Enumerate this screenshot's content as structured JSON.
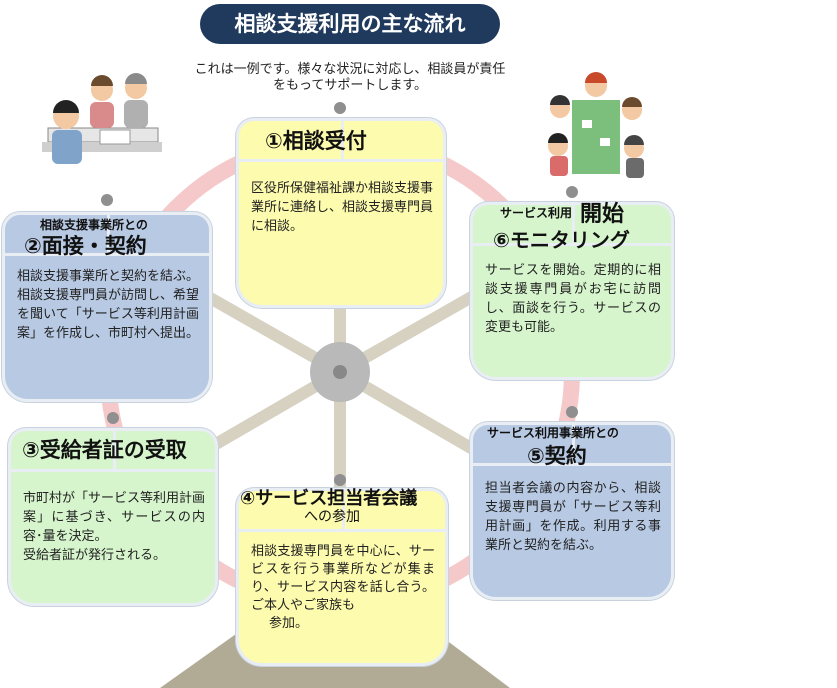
{
  "title": "相談支援利用の主な流れ",
  "subtitle": "これは一例です。様々な状況に対応し、相談員が責任をもってサポートします。",
  "steps": [
    {
      "heading": "①相談受付",
      "body": "区役所保健福祉課か相談支援事業所に連絡し、相談支援専門員に相談。",
      "color": "#fdfbad"
    },
    {
      "heading_small": "相談支援事業所との",
      "heading": "②面接・契約",
      "body": "相談支援事業所と契約を結ぶ。相談支援専門員が訪問し、希望を聞いて「サービス等利用計画案」を作成し、市町村へ提出。",
      "color": "#b7c9e3"
    },
    {
      "heading": "③受給者証の受取",
      "body_lines": [
        "市町村が「サービス等利用計画案」に基づき、サービスの内容･量を決定。",
        "受給者証が発行される。"
      ],
      "color": "#d7f5cd"
    },
    {
      "heading": "④サービス担当者会議",
      "heading_sub": "への参加",
      "body_lines": [
        "相談支援専門員を中心に、サービスを行う事業所などが集まり、サービス内容を話し合う。ご本人やご家族も",
        "参加。"
      ],
      "color": "#fdfbad"
    },
    {
      "heading_small": "サービス利用事業所との",
      "heading": "⑤契約",
      "body": "担当者会議の内容から、相談支援専門員が「サービス等利用計画」を作成。利用する事業所と契約を結ぶ。",
      "color": "#b7c9e3"
    },
    {
      "heading_small": "サービス利用",
      "heading_big": "開始",
      "heading": "⑥モニタリング",
      "body": "サービスを開始。定期的に相談支援専門員がお宅に訪問し、面談を行う。サービスの変更も可能。",
      "color": "#d7f5cd"
    }
  ],
  "colors": {
    "title_bg": "#1f3a5c",
    "rim": "#f5c9c9",
    "spoke": "#d7d1c2",
    "hub": "#b9b9b9",
    "base": "#b1ab96"
  },
  "illustrations": [
    "consultation-people-icon",
    "group-meeting-icon"
  ]
}
